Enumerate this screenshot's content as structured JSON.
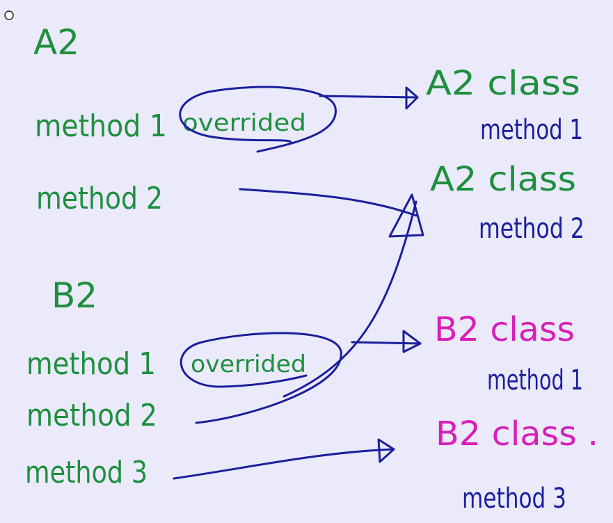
{
  "background": "#eaeafb",
  "colors": {
    "green": "#1f8f3f",
    "navy": "#1a1f9c",
    "magenta": "#d81fb8",
    "dark": "#222222"
  },
  "left": {
    "a2": {
      "title": "A2",
      "method1": "method 1",
      "method2": "method 2"
    },
    "b2": {
      "title": "B2",
      "method1": "method 1",
      "method2": "method 2",
      "method3": "method 3"
    }
  },
  "annotations": {
    "overrided_top": "overrided",
    "overrided_bottom": "overrided"
  },
  "right": {
    "a2_class_1": {
      "title": "A2 class",
      "method": "method 1"
    },
    "a2_class_2": {
      "title": "A2 class",
      "method": "method 2"
    },
    "b2_class_1": {
      "title": "B2 class",
      "method": "method 1"
    },
    "b2_class_2": {
      "title": "B2 class .",
      "method": "method 3"
    }
  }
}
